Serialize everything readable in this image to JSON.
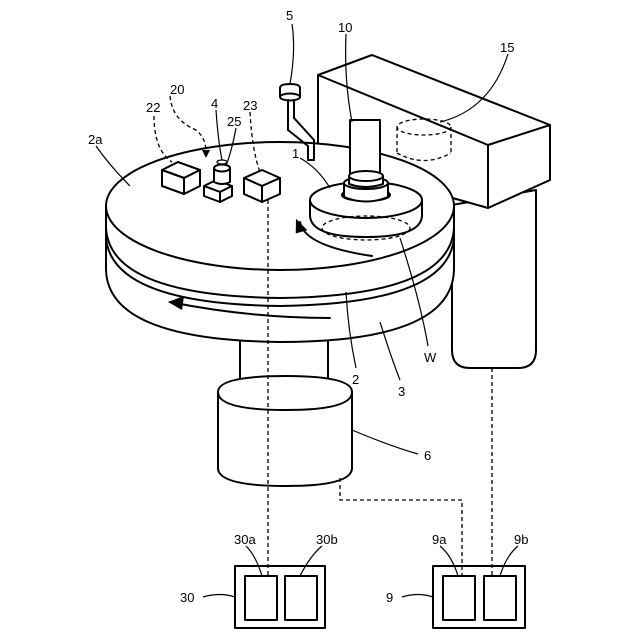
{
  "labels": {
    "l5": "5",
    "l10": "10",
    "l15": "15",
    "l20": "20",
    "l4": "4",
    "l22": "22",
    "l23": "23",
    "l25": "25",
    "l2a": "2a",
    "l1": "1",
    "lW": "W",
    "l2": "2",
    "l3": "3",
    "l6": "6",
    "l30a": "30a",
    "l30b": "30b",
    "l9a": "9a",
    "l9b": "9b",
    "l30": "30",
    "l9": "9"
  }
}
